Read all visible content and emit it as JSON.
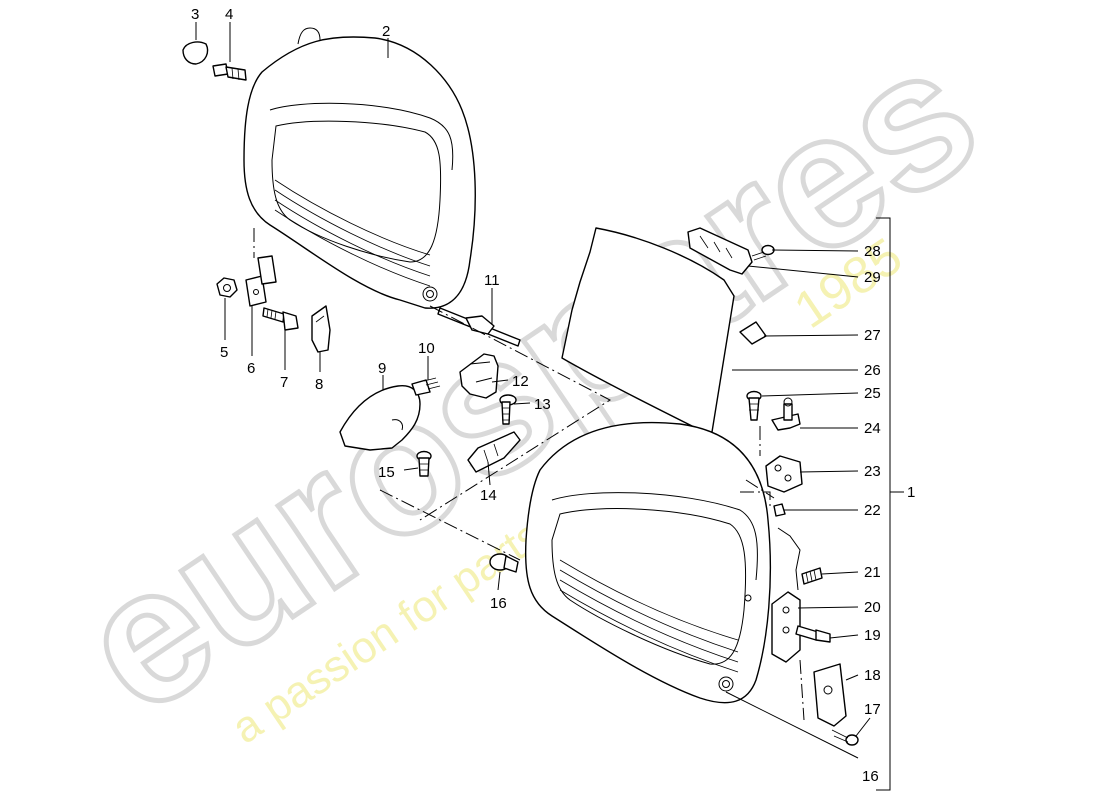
{
  "watermark": {
    "logo": "eurospares",
    "tagline": "a passion for parts since",
    "year": "1985",
    "colors": {
      "logo": "#d9d9d9",
      "tagline": "#f2ee9a"
    }
  },
  "callouts": [
    "1",
    "2",
    "3",
    "4",
    "5",
    "6",
    "7",
    "8",
    "9",
    "10",
    "11",
    "12",
    "13",
    "14",
    "15",
    "16",
    "16",
    "17",
    "18",
    "19",
    "20",
    "21",
    "22",
    "23",
    "24",
    "25",
    "26",
    "27",
    "28",
    "29"
  ],
  "colors": {
    "line": "#000000",
    "background": "#ffffff"
  }
}
